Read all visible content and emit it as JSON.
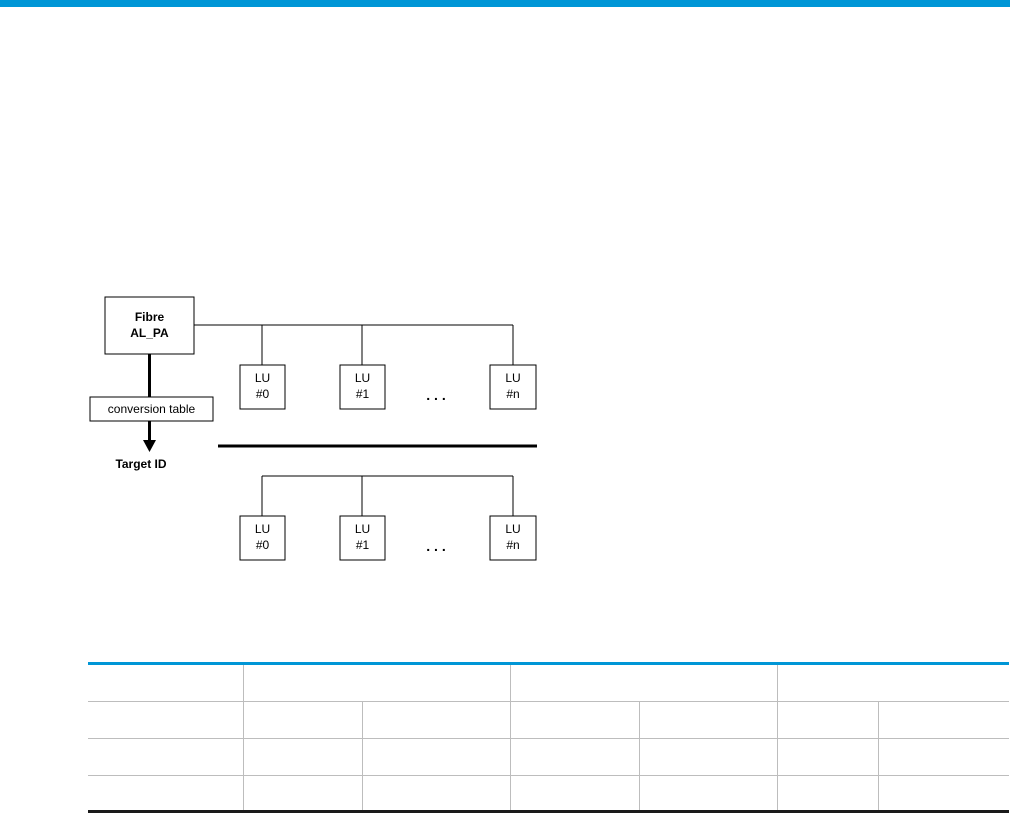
{
  "colors": {
    "accent_rule": "#0096d6",
    "table_bottom_rule": "#1a1a1a"
  },
  "diagram": {
    "source_box": {
      "line1": "Fibre",
      "line2": "AL_PA"
    },
    "conversion_label": "conversion table",
    "target_label": "Target ID",
    "ellipsis": ". . .",
    "upper_lus": [
      {
        "line1": "LU",
        "line2": "#0"
      },
      {
        "line1": "LU",
        "line2": "#1"
      },
      {
        "line1": "LU",
        "line2": "#n"
      }
    ],
    "lower_lus": [
      {
        "line1": "LU",
        "line2": "#0"
      },
      {
        "line1": "LU",
        "line2": "#1"
      },
      {
        "line1": "LU",
        "line2": "#n"
      }
    ]
  },
  "table": {
    "rows": [
      [
        "",
        "",
        "",
        ""
      ],
      [
        "",
        "",
        "",
        "",
        "",
        "",
        ""
      ],
      [
        "",
        "",
        "",
        "",
        "",
        "",
        ""
      ],
      [
        "",
        "",
        "",
        "",
        "",
        "",
        ""
      ]
    ]
  }
}
